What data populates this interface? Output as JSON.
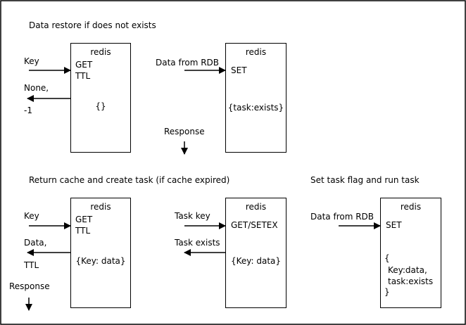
{
  "colors": {
    "line": "#000000",
    "background": "#ffffff"
  },
  "sections": {
    "restore": {
      "title": "Data restore if does not exists",
      "box1": {
        "title": "redis",
        "commands": [
          "GET",
          "TTL"
        ],
        "state": "{}",
        "input_label": "Key",
        "output_label_1": "None,",
        "output_label_2": "-1"
      },
      "box2": {
        "title": "redis",
        "command": "SET",
        "state": "{task:exists}",
        "input_label": "Data from RDB",
        "response_label": "Response"
      }
    },
    "return_cache": {
      "title": "Return cache and create task (if cache expired)",
      "box1": {
        "title": "redis",
        "commands": [
          "GET",
          "TTL"
        ],
        "state": "{Key: data}",
        "input_label": "Key",
        "output_label_1": "Data,",
        "output_label_2": "TTL",
        "response_label": "Response"
      },
      "box2": {
        "title": "redis",
        "command": "GET/SETEX",
        "state": "{Key: data}",
        "input_label": "Task key",
        "output_label": "Task exists"
      }
    },
    "set_task": {
      "title": "Set task flag and run task",
      "box": {
        "title": "redis",
        "command": "SET",
        "state_lines": [
          "{",
          "Key:data,",
          "task:exists",
          "}"
        ],
        "input_label": "Data from RDB"
      }
    }
  }
}
